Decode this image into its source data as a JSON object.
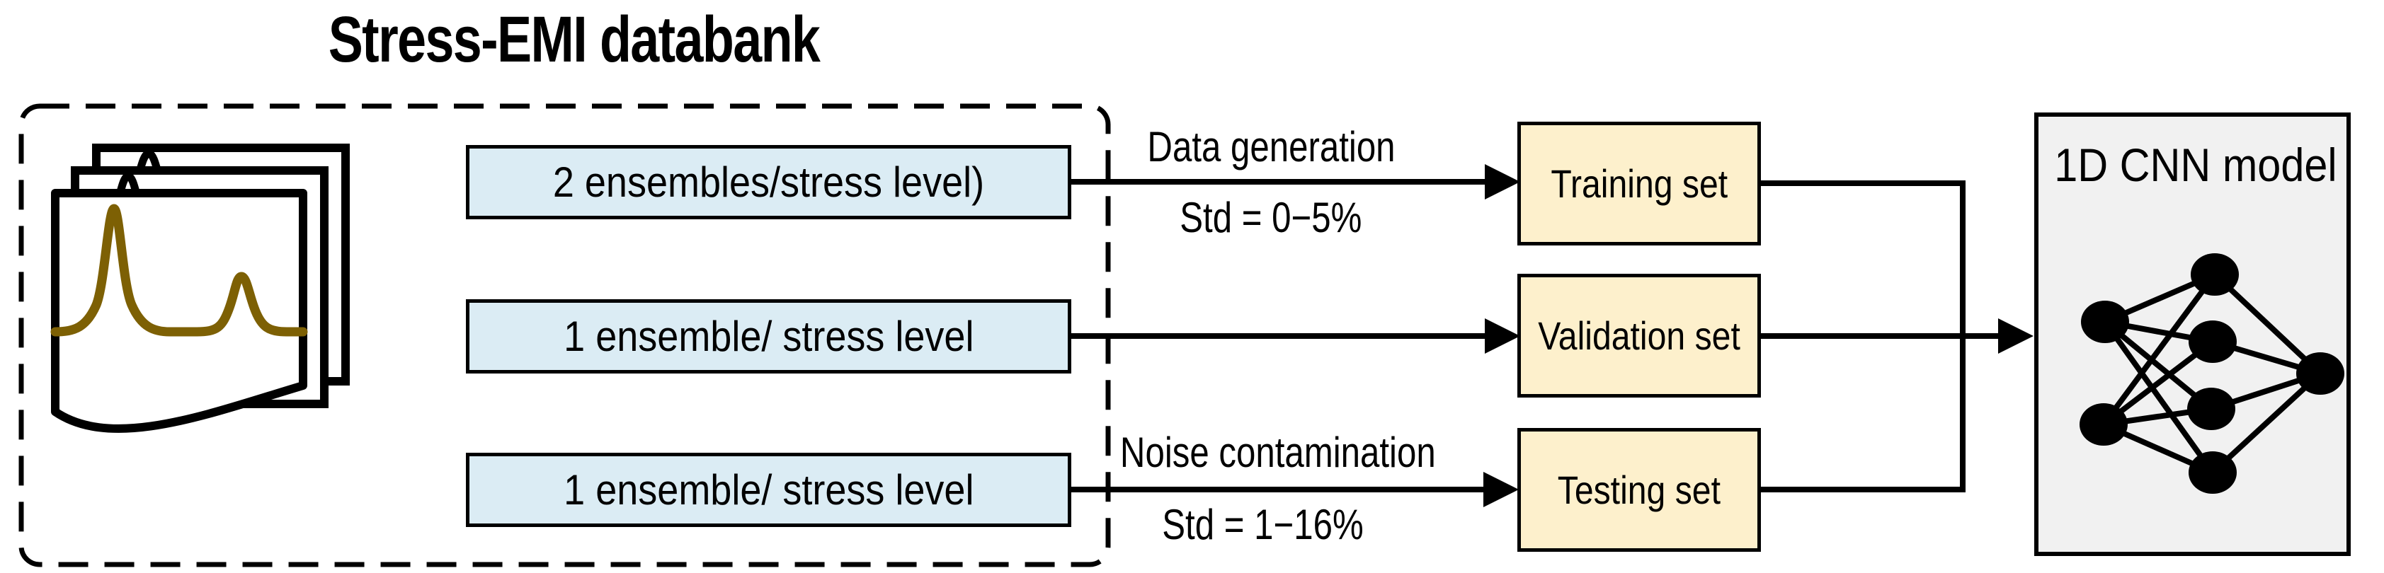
{
  "title": "Stress-EMI databank",
  "databank_items": [
    {
      "label": "2 ensembles/stress level)"
    },
    {
      "label": "1 ensemble/ stress level"
    },
    {
      "label": "1 ensemble/ stress level"
    }
  ],
  "flow_annotations": {
    "training": {
      "top": "Data generation",
      "bottom": "Std = 0−5%"
    },
    "testing": {
      "top": "Noise contamination",
      "bottom": "Std = 1−16%"
    }
  },
  "dataset_boxes": [
    {
      "label": "Training set"
    },
    {
      "label": "Validation set"
    },
    {
      "label": "Testing set"
    }
  ],
  "model_box": {
    "label": "1D CNN model"
  },
  "icons": {
    "emi_signatures": "stacked-emi-signature-sheets-icon",
    "neural_network": "fully-connected-2-4-1-network-icon"
  },
  "colors": {
    "databank_item_fill": "#dbecf4",
    "dataset_fill": "#fdf0cc",
    "model_fill": "#f1f1f1",
    "signal_stroke": "#7d6004",
    "line": "#000000"
  }
}
